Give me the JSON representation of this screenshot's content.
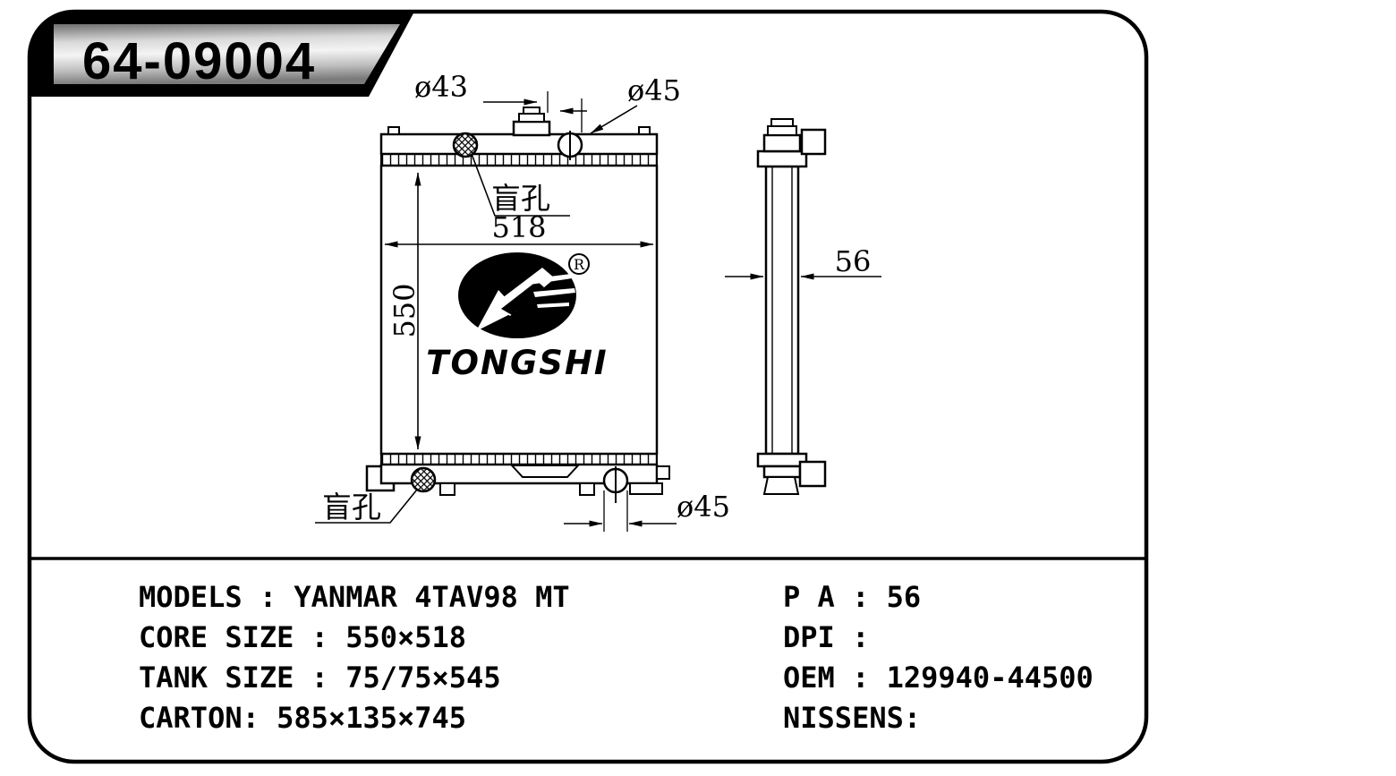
{
  "badge": {
    "part_number": "64-09004"
  },
  "drawing": {
    "front_view": {
      "cap_diameter": "ø43",
      "inlet_diameter": "ø45",
      "core_width": "518",
      "core_height": "550",
      "blind_hole_top": "盲孔",
      "blind_hole_bottom": "盲孔",
      "outlet_diameter": "ø45"
    },
    "side_view": {
      "thickness": "56"
    },
    "logo": {
      "brand": "TONGSHI",
      "registered": "®"
    }
  },
  "specs": {
    "left_column": [
      "MODELS : YANMAR 4TAV98 MT",
      "CORE SIZE : 550×518",
      "TANK SIZE : 75/75×545",
      "CARTON: 585×135×745"
    ],
    "right_column": [
      "P A : 56",
      "DPI :",
      "OEM : 129940-44500",
      "NISSENS:"
    ]
  }
}
